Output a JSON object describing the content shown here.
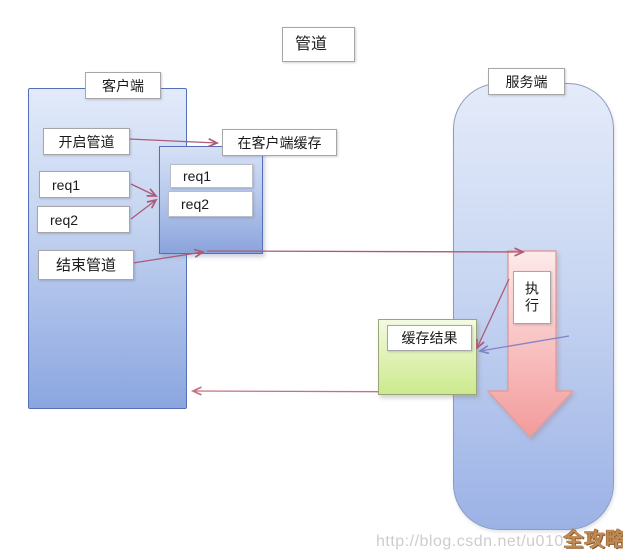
{
  "diagram_title": "管道",
  "client": {
    "label": "客户端",
    "open_pipe": "开启管道",
    "req1": "req1",
    "req2": "req2",
    "end_pipe": "结束管道"
  },
  "client_cache": {
    "label": "在客户端缓存",
    "req1": "req1",
    "req2": "req2"
  },
  "server": {
    "label": "服务端",
    "execute": "执行",
    "cached_result": "缓存结果"
  },
  "watermark": {
    "url": "http://blog.csdn.net/u010",
    "brand": "全攻略"
  },
  "colors": {
    "client_fill_top": "#e2eafa",
    "client_fill_bottom": "#8ba6e0",
    "blue_border": "#5570b8",
    "server_border": "#8d9cbc",
    "green_fill_top": "#f3fae2",
    "green_fill_bottom": "#cbea8d",
    "red_arrow_top": "#fdeaea",
    "red_arrow_bottom": "#f39b9b",
    "arrow_line_rose": "#ad5a78",
    "arrow_line_pink": "#c4727f",
    "arrow_line_purple": "#8282c4"
  }
}
